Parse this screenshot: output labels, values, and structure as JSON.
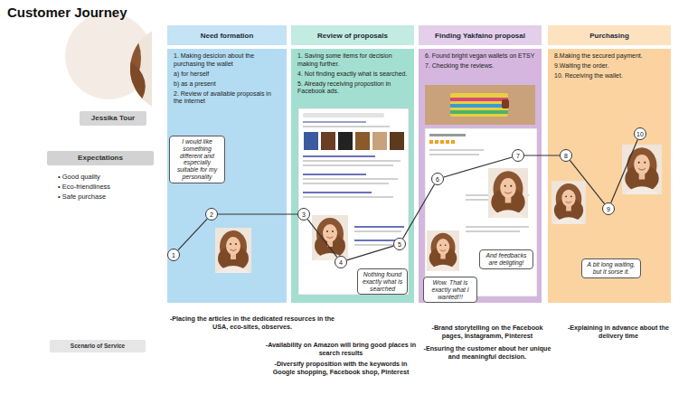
{
  "diagram": {
    "title": "Customer Journey",
    "nodes": [
      {
        "text": [
          "Jessika Tour"
        ]
      },
      {
        "text": [
          "Expectations"
        ]
      },
      {
        "text": [
          "Need formation",
          "1. Making desicion about the purchasing the wallet",
          "a) for herself",
          "b) as a present",
          "2. Review of available proposals in the internet"
        ]
      },
      {
        "text": [
          "1"
        ],
        "in": 2
      },
      {
        "text": [
          "2"
        ],
        "in": 2
      },
      {
        "text": [
          "I would like something different and especially suitable for my personality"
        ],
        "in": 2
      },
      {
        "text": [
          "Review of proposals",
          "1. Saving some items for decision making further.",
          "4. Not finding exactly what is searched.",
          "5. Already receiving propostion in Facebook ads."
        ]
      },
      {
        "text": [
          "3"
        ],
        "in": 6
      },
      {
        "text": [
          "4"
        ],
        "in": 6
      },
      {
        "text": [
          "5"
        ],
        "in": 6
      },
      {
        "text": [
          "Nothing found exactly what is searched"
        ],
        "in": 6
      },
      {
        "text": [
          "Finding Yakfaino proposal",
          "6. Found bright vegan wallets on ETSY",
          "7. Checking the reviews."
        ]
      },
      {
        "text": [
          "6"
        ],
        "in": 11
      },
      {
        "text": [
          "7"
        ],
        "in": 11
      },
      {
        "text": [
          "Wow. That is exactly what I wanted!!!"
        ],
        "in": 11
      },
      {
        "text": [
          "And feedbacks are deligting!"
        ],
        "in": 11
      },
      {
        "text": [
          "Purchasing",
          "8.Making the secured payment.",
          "9.Waiting the order.",
          "10. Receiving the wallet."
        ]
      },
      {
        "text": [
          "8"
        ],
        "in": 16
      },
      {
        "text": [
          "9"
        ],
        "in": 16
      },
      {
        "text": [
          "10"
        ],
        "in": 16
      },
      {
        "text": [
          "A bit long waiting, but it sorse it."
        ],
        "in": 16
      },
      {
        "text": [
          "Scenario of Service"
        ]
      }
    ],
    "edges": [
      {
        "from": 3,
        "to": 4,
        "arrow": "none"
      },
      {
        "from": 4,
        "to": 7,
        "arrow": "none"
      },
      {
        "from": 7,
        "to": 8,
        "arrow": "none"
      },
      {
        "from": 8,
        "to": 9,
        "arrow": "none"
      },
      {
        "from": 9,
        "to": 12,
        "arrow": "none"
      },
      {
        "from": 12,
        "to": 13,
        "arrow": "none"
      },
      {
        "from": 13,
        "to": 17,
        "arrow": "none"
      },
      {
        "from": 17,
        "to": 18,
        "arrow": "none"
      },
      {
        "from": 18,
        "to": 19,
        "arrow": "none"
      }
    ],
    "labels": [
      "• Good quality",
      "• Eco-friendliness",
      "• Safe purchase",
      "-Placing the articles in the dedicated resources in the USA, eco-sites, observes.",
      "-Availability on Amazon will bring good places in search results",
      "-Diversify proposition with the keywords in Google shopping, Facebook shop, Pinterest",
      "-Brand storytelling on the Facebook pages, Instagramm, Pinterest",
      "-Ensuring the customer about her unique and meaningful decision.",
      "-Explaining in advance about the delivery time"
    ]
  }
}
